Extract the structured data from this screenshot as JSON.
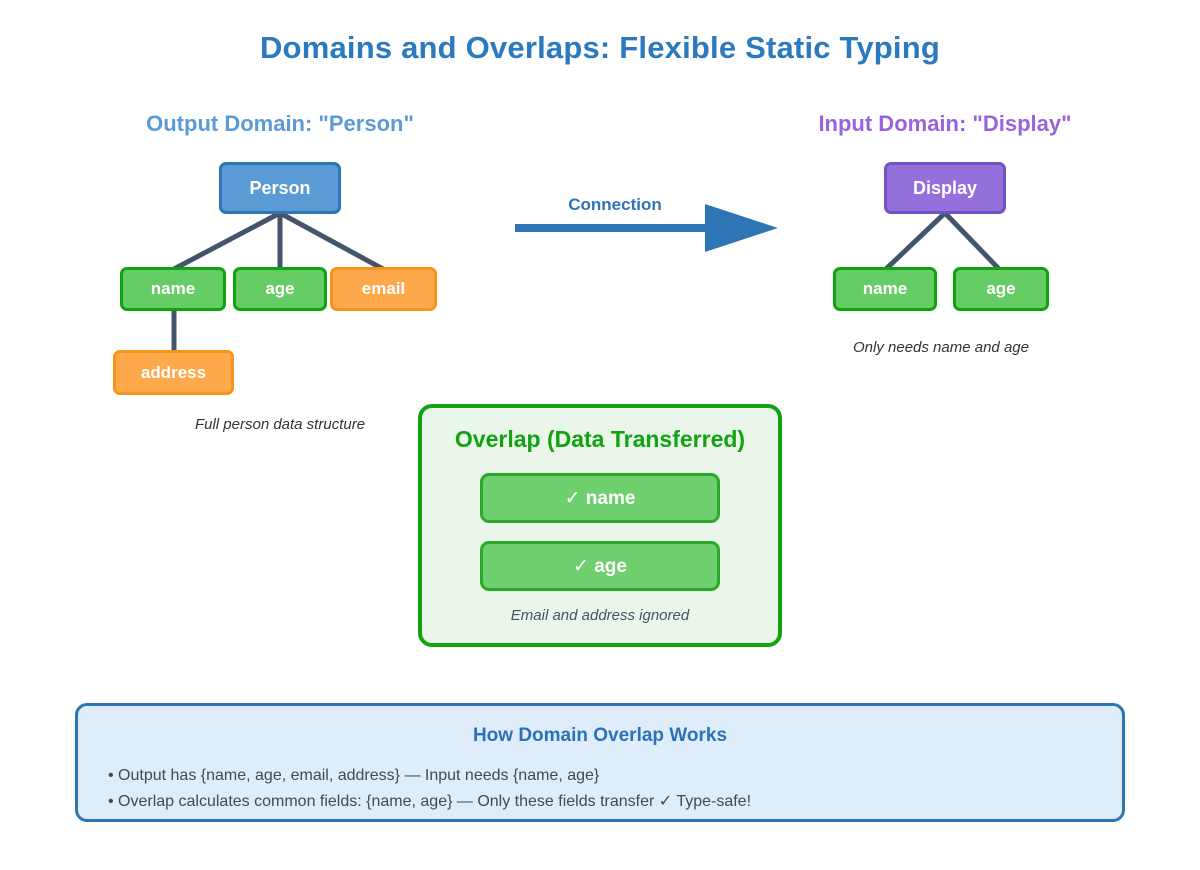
{
  "title": "Domains and Overlaps: Flexible Static Typing",
  "output_domain": {
    "heading": "Output Domain: \"Person\"",
    "root": "Person",
    "children": [
      {
        "label": "name"
      },
      {
        "label": "age"
      },
      {
        "label": "email"
      }
    ],
    "grandchild": {
      "label": "address"
    },
    "caption": "Full person data structure"
  },
  "connection": {
    "label": "Connection"
  },
  "input_domain": {
    "heading": "Input Domain: \"Display\"",
    "root": "Display",
    "children": [
      {
        "label": "name"
      },
      {
        "label": "age"
      }
    ],
    "caption": "Only needs name and age"
  },
  "overlap": {
    "title": "Overlap (Data Transferred)",
    "items": [
      {
        "label": "✓  name"
      },
      {
        "label": "✓  age"
      }
    ],
    "caption": "Email and address ignored"
  },
  "explainer": {
    "title": "How Domain Overlap Works",
    "bullets": [
      {
        "text": "• Output has {name, age, email, address} — Input needs {name, age}"
      },
      {
        "text": "• Overlap calculates common fields: {name, age} — Only these fields transfer ✓  Type-safe!"
      }
    ]
  },
  "colors": {
    "title_blue": "#2B79BE",
    "output_heading_blue": "#5B9BD5",
    "input_heading_purple": "#9A63DD",
    "node_blue_fill": "#5B9BD5",
    "node_blue_border": "#2E75B6",
    "node_green_fill": "#66CC66",
    "node_green_border": "#0FA30F",
    "node_orange_fill": "#FFA94D",
    "node_orange_border": "#F7941D",
    "node_purple_fill": "#9370DB",
    "node_purple_border": "#7052C2",
    "overlap_border_green": "#12A212",
    "overlap_background": "#E9F6E9",
    "connector_slate": "#44546A",
    "arrow_blue": "#2E75B6",
    "explainer_background": "#DEEDF9",
    "explainer_border": "#2E75B6"
  }
}
